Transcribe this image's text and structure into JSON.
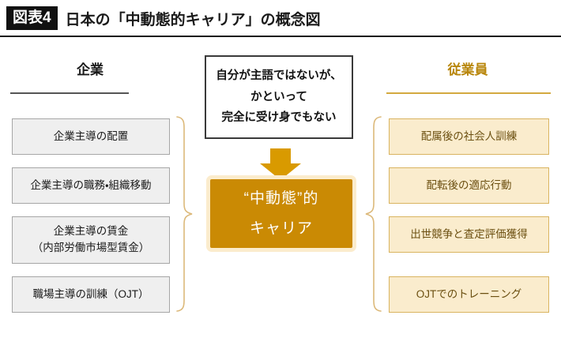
{
  "title": {
    "badge": "図表4",
    "text": "日本の「中動態的キャリア」の概念図"
  },
  "columns": {
    "left": {
      "heading": "企業",
      "items": [
        {
          "lines": [
            "企業主導の配置"
          ]
        },
        {
          "lines": [
            "企業主導の職務・組織移動"
          ]
        },
        {
          "lines": [
            "企業主導の賃金",
            "（内部労働市場型賃金）"
          ]
        },
        {
          "lines": [
            "職場主導の訓練（OJT）"
          ]
        }
      ]
    },
    "right": {
      "heading": "従業員",
      "items": [
        {
          "lines": [
            "配属後の社会人訓練"
          ]
        },
        {
          "lines": [
            "配転後の適応行動"
          ]
        },
        {
          "lines": [
            "出世競争と査定評価獲得"
          ]
        },
        {
          "lines": [
            "OJTでのトレーニング"
          ]
        }
      ]
    }
  },
  "center": {
    "callout_lines": [
      "自分が主語ではないが、",
      "かといって",
      "完全に受け身でもない"
    ],
    "arrow": "down-arrow",
    "result_lines": [
      "“中動態”的",
      "キャリア"
    ]
  },
  "colors": {
    "gold_fill": "#ca8a04",
    "gold_border": "#fbeccd",
    "arrow": "#d99a00",
    "right_box_fill": "#faeccd",
    "right_box_border": "#d9b460",
    "right_text": "#6b4f10",
    "left_box_fill": "#efefef",
    "left_box_border": "#a6a6a6",
    "heading_right": "#b8860b",
    "badge_bg": "#111111"
  }
}
